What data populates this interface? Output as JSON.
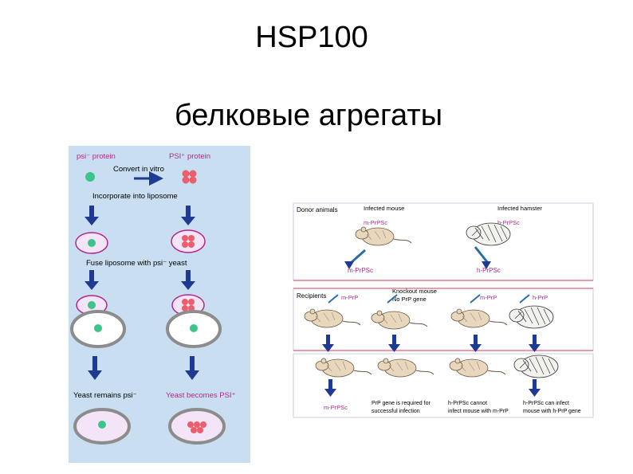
{
  "slide": {
    "title": "HSP100",
    "subtitle": "белковые агрегаты"
  },
  "left_panel": {
    "psi_minus_protein": "psi⁻ protein",
    "psi_plus_protein": "PSI⁺ protein",
    "convert_in_vitro": "Convert in vitro",
    "incorporate_liposome": "Incorporate into liposome",
    "fuse_liposome": "Fuse liposome with psi⁻ yeast",
    "yeast_remains": "Yeast remains psi⁻",
    "yeast_becomes": "Yeast becomes PSI⁺"
  },
  "right_panel": {
    "donor_animals": "Donor animals",
    "infected_mouse": "Infected mouse",
    "m_prp_sc": "m-PrPSc",
    "infected_hamster": "Infected hamster",
    "h_prp_sc": "h-PrPSc",
    "m_prp_sc_label": "m-PrPSc",
    "h_prp_sc_label": "h-PrPSc",
    "recipients": "Recipients",
    "knockout_mouse": "Knockout mouse",
    "no_prp_gene": "No PrP gene",
    "r_m_prp": "m-PrP",
    "r_m_prp2": "m-PrP",
    "r_h_prp": "h-PrP",
    "caption1_line1": "PrP gene is required for",
    "caption1_line2": "successful infection",
    "caption2_line1": "h-PrPSc cannot",
    "caption2_line2": "infect mouse with m-PrP",
    "caption3_line1": "h-PrPSc can infect",
    "caption3_line2": "mouse with h-PrP gene",
    "bottom_m_prp_sc": "m-PrPSc"
  },
  "colors": {
    "left_bg": "#c9dff1",
    "arrow": "#1f3a93",
    "liposome_fill": "#f4e4f7",
    "liposome_stroke": "#b3278a",
    "green_protein": "#3cc48a",
    "red_protein": "#ec5e6c",
    "yeast_stroke": "#8c8c8c",
    "divider_red": "#d23c5a"
  }
}
